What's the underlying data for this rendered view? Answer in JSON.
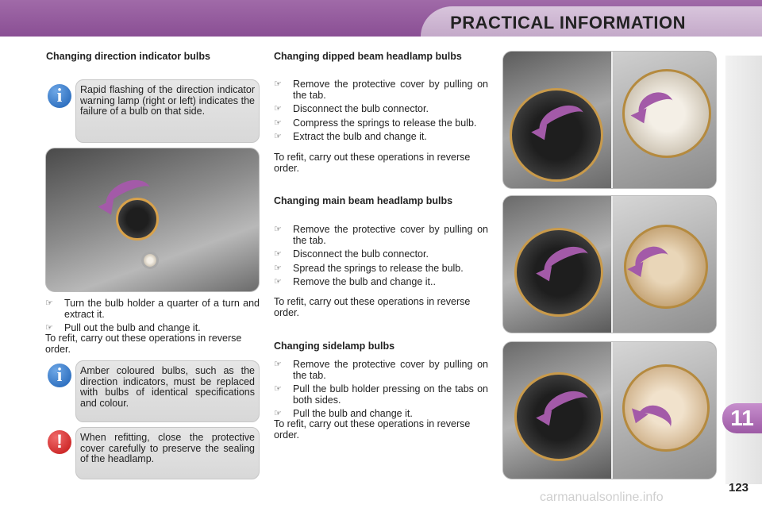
{
  "header": {
    "title": "PRACTICAL INFORMATION"
  },
  "chapter": {
    "number": "11"
  },
  "page": {
    "number": "123",
    "watermark": "carmanualsonline.info"
  },
  "left": {
    "heading": "Changing direction indicator bulbs",
    "info1": "Rapid flashing of the direction indicator warning lamp (right or left) indicates the failure of a bulb on that side.",
    "steps": [
      "Turn the bulb holder a quarter of a turn and extract it.",
      "Pull out the bulb and change it."
    ],
    "refit": "To refit, carry out these operations in reverse order.",
    "info2": "Amber coloured bulbs, such as the direction indicators, must be replaced with bulbs of identical specifications and colour.",
    "warning": "When refitting, close the protective cover carefully to preserve the sealing of the headlamp."
  },
  "dipped": {
    "heading": "Changing dipped beam headlamp bulbs",
    "steps": [
      "Remove the protective cover by pulling on the tab.",
      "Disconnect the bulb connector.",
      "Compress the springs to release the bulb.",
      "Extract the bulb and change it."
    ],
    "refit": "To refit, carry out these operations in reverse order."
  },
  "main": {
    "heading": "Changing main beam headlamp bulbs",
    "steps": [
      "Remove the protective cover by pulling on the tab.",
      "Disconnect the bulb connector.",
      "Spread the springs to release the bulb.",
      "Remove the bulb and change it.."
    ],
    "refit": "To refit, carry out these operations in reverse order."
  },
  "sidelamp": {
    "heading": "Changing sidelamp bulbs",
    "steps": [
      "Remove the protective cover by pulling on the tab.",
      "Pull the bulb holder pressing on the tabs on both sides.",
      "Pull the bulb and change it."
    ],
    "refit": "To refit, carry out these operations in reverse order."
  },
  "bullet_glyph": "☞",
  "icons": {
    "info": "i",
    "warning": "!"
  },
  "colors": {
    "accent": "#9d5aa5",
    "info_icon": "#1b5fb4",
    "warning_icon": "#c21414"
  }
}
